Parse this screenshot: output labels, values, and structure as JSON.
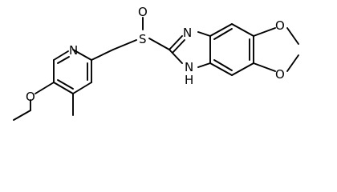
{
  "atoms": {
    "pyridine_n": "N",
    "sulfinyl_s": "S",
    "sulfinyl_o": "O",
    "imidazole_n": "N",
    "imidazole_nh": "N",
    "imidazole_h": "H",
    "dioxole_o_top": "O",
    "dioxole_o_bottom": "O",
    "methoxy_o": "O"
  },
  "colors": {
    "bond": "#000000",
    "label": "#000000",
    "background": "#ffffff"
  }
}
